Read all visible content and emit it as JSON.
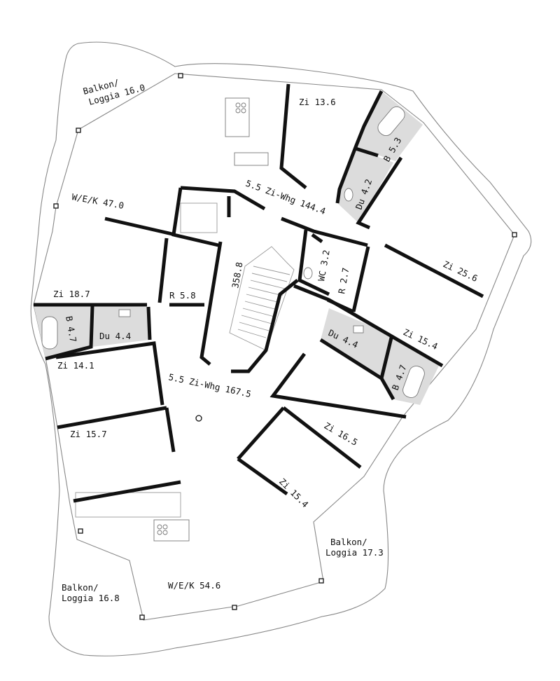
{
  "labels": {
    "balkon_nw_1": "Balkon/",
    "balkon_nw_2": "Loggia 16.0",
    "zi_13_6": "Zi 13.6",
    "b_5_3": "B 5.3",
    "du_4_2": "Du 4.2",
    "wek_47": "W/E/K 47.0",
    "whg_144": "5.5 Zi-Whg 144.4",
    "zi_25_6": "Zi 25.6",
    "wc_3_2": "WC 3.2",
    "r_2_7": "R 2.7",
    "stair": "358.8",
    "zi_18_7": "Zi 18.7",
    "r_5_8": "R 5.8",
    "b_4_7_w": "B 4.7",
    "du_4_4_w": "Du 4.4",
    "zi_14_1": "Zi 14.1",
    "zi_15_4_e": "Zi 15.4",
    "du_4_4_e": "Du 4.4",
    "b_4_7_e": "B 4.7",
    "whg_167": "5.5 Zi-Whg 167.5",
    "zi_15_7": "Zi 15.7",
    "zi_16_5": "Zi 16.5",
    "zi_15_4_s": "Zi 15.4",
    "balkon_se_1": "Balkon/",
    "balkon_se_2": "Loggia 17.3",
    "balkon_sw_1": "Balkon/",
    "balkon_sw_2": "Loggia 16.8",
    "wek_54": "W/E/K 54.6"
  }
}
